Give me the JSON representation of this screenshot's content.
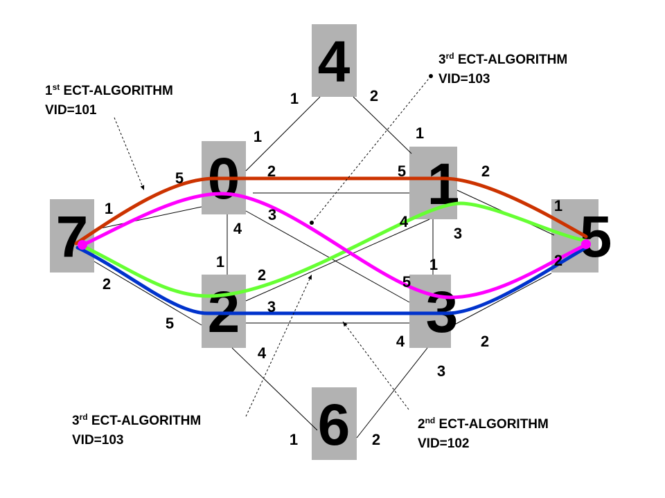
{
  "nodes": {
    "n0": "0",
    "n1": "1",
    "n2": "2",
    "n3": "3",
    "n4": "4",
    "n5": "5",
    "n6": "6",
    "n7": "7"
  },
  "weights": [
    "1",
    "2",
    "1",
    "1",
    "5",
    "2",
    "5",
    "2",
    "1",
    "3",
    "4",
    "4",
    "3",
    "1",
    "1",
    "2",
    "1",
    "5",
    "2",
    "2",
    "3",
    "5",
    "4",
    "2",
    "4",
    "3",
    "1",
    "2"
  ],
  "annotations": [
    {
      "ordinal": "1",
      "suffix": "st",
      "title": " ECT-ALGORITHM",
      "vid": "VID=101"
    },
    {
      "ordinal": "3",
      "suffix": "rd",
      "title": " ECT-ALGORITHM",
      "vid": "VID=103"
    },
    {
      "ordinal": "3",
      "suffix": "rd",
      "title": " ECT-ALGORITHM",
      "vid": "VID=103"
    },
    {
      "ordinal": "2",
      "suffix": "nd",
      "title": " ECT-ALGORITHM",
      "vid": "VID=102"
    }
  ],
  "colors": {
    "vid101": "#cc3300",
    "vid102": "#0033cc",
    "vid103": "#ff00ff",
    "green": "#66ff33",
    "node": "#b2b2b2"
  }
}
